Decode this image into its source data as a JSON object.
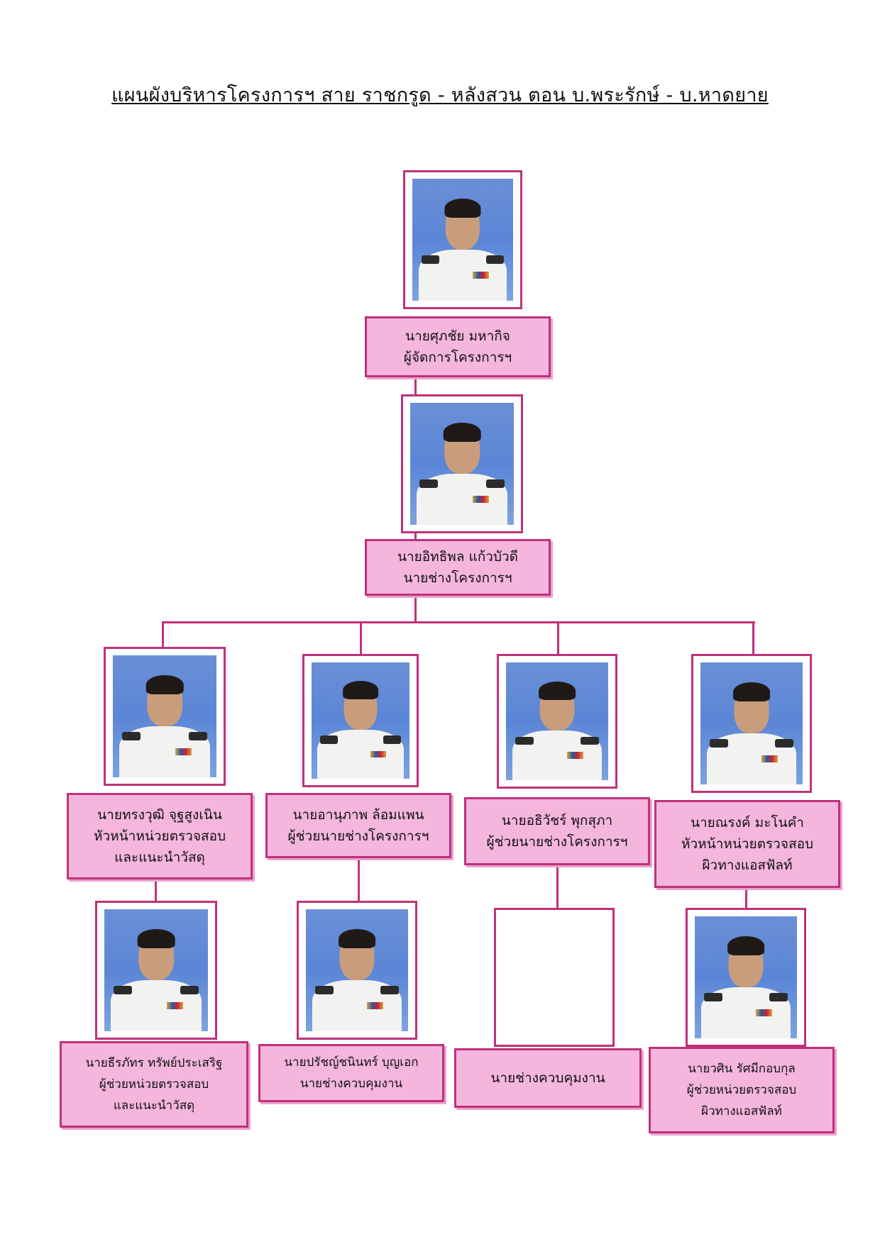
{
  "title": "แผนผังบริหารโครงการฯ สาย ราชกรูด - หลังสวน ตอน บ.พระรักษ์ - บ.หาดยาย",
  "colors": {
    "box_fill": "#f4b6dd",
    "border": "#c0317a",
    "photo_bg": "#5b86d6"
  },
  "levels": {
    "manager": {
      "name": "นายศุภชัย  มหากิจ",
      "role": "ผู้จัดการโครงการฯ"
    },
    "engineer": {
      "name": "นายอิทธิพล  แก้วบัวดี",
      "role": "นายช่างโครงการฯ"
    },
    "staff": [
      {
        "name": "นายทรงวุฒิ  จุฐสูงเนิน",
        "role": "หัวหน้าหน่วยตรวจสอบ",
        "role2": "และแนะนำวัสดุ"
      },
      {
        "name": "นายอานุภาพ  ล้อมแพน",
        "role": "ผู้ช่วยนายช่างโครงการฯ",
        "role2": ""
      },
      {
        "name": "นายอธิวัชร์ พุกสุภา",
        "role": "ผู้ช่วยนายช่างโครงการฯ",
        "role2": ""
      },
      {
        "name": "นายณรงค์ มะโนคำ",
        "role": "หัวหน้าหน่วยตรวจสอบ",
        "role2": "ผิวทางแอสฟัลท์"
      }
    ],
    "sub": [
      {
        "name": "นายธีรภัทร  ทรัพย์ประเสริฐ",
        "role": "ผู้ช่วยหน่วยตรวจสอบ",
        "role2": "และแนะนำวัสดุ"
      },
      {
        "name": "นายปรัชญ์ชนินทร์  บุญเอก",
        "role": "นายช่างควบคุมงาน",
        "role2": ""
      },
      {
        "name": "",
        "role": "นายช่างควบคุมงาน",
        "role2": ""
      },
      {
        "name": "นายวศิน รัศมีกอบกุล",
        "role": "ผู้ช่วยหน่วยตรวจสอบ",
        "role2": "ผิวทางแอสฟัลท์"
      }
    ]
  }
}
